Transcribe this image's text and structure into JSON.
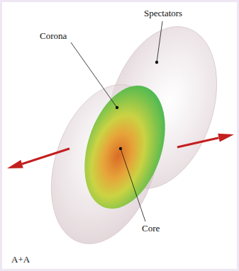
{
  "diagram": {
    "labels": [
      "Spectators",
      "Corona",
      "Core",
      "A+A"
    ]
  }
}
